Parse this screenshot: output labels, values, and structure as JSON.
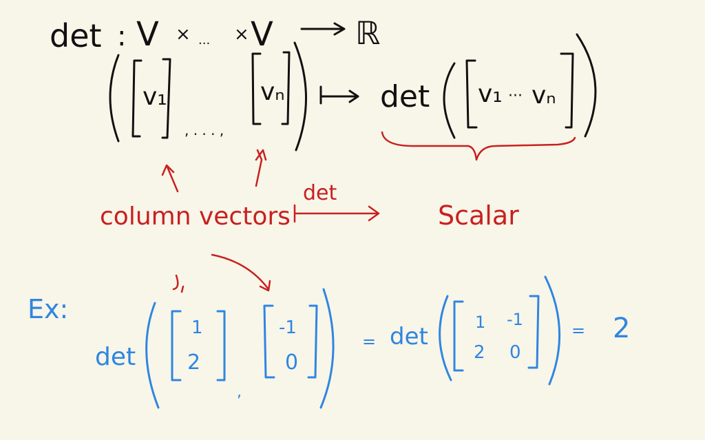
{
  "colors": {
    "background": "#f8f5e9",
    "black_ink": "#111111",
    "red_ink": "#c8201e",
    "blue_ink": "#2e86e0"
  },
  "definition": {
    "det": "det",
    "colon": ":",
    "domain_first": "V",
    "times1": "×",
    "dots": "...",
    "times2": "×",
    "domain_last": "V",
    "codomain": "ℝ",
    "v1": "v₁",
    "vn": "vₙ",
    "separator": ", . . . ,",
    "rhs_det": "det",
    "rhs_v1": "v₁",
    "rhs_dots": "···",
    "rhs_vn": "vₙ"
  },
  "annotations": {
    "column_vectors": "column vectors",
    "arrow_label": "det",
    "scalar": "Scalar"
  },
  "example": {
    "label": "Ex:",
    "det": "det",
    "vec1": [
      "1",
      "2"
    ],
    "comma": ",",
    "vec2": [
      "-1",
      "0"
    ],
    "equals1": "=",
    "det2": "det",
    "matrix": [
      [
        "1",
        "-1"
      ],
      [
        "2",
        "0"
      ]
    ],
    "equals2": "=",
    "result": "2"
  }
}
